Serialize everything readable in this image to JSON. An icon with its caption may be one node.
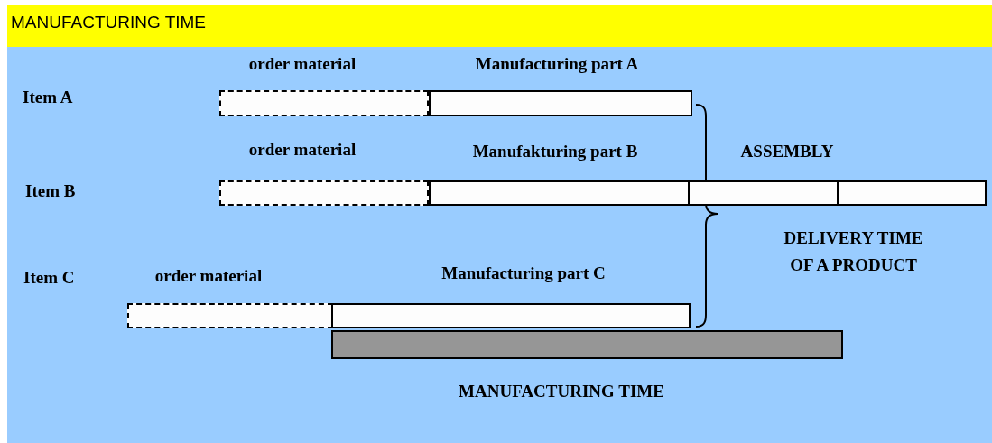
{
  "diagram": {
    "title": "MANUFACTURING TIME",
    "nodes": [
      {
        "text": [
          "order material"
        ]
      },
      {
        "text": [
          "Manufacturing part A"
        ]
      },
      {
        "text": [
          "order material"
        ]
      },
      {
        "text": [
          "Manufakturing part B"
        ]
      },
      {
        "text": [
          "ASSEMBLY"
        ]
      },
      {
        "text": [],
        "shape": "bar"
      },
      {
        "text": [
          "order material"
        ]
      },
      {
        "text": [
          "Manufacturing part C"
        ]
      },
      {
        "text": [
          "MANUFACTURING TIME"
        ]
      }
    ],
    "labels": [
      "Item A",
      "Item B",
      "Item C",
      "DELIVERY TIME OF A PRODUCT"
    ]
  }
}
